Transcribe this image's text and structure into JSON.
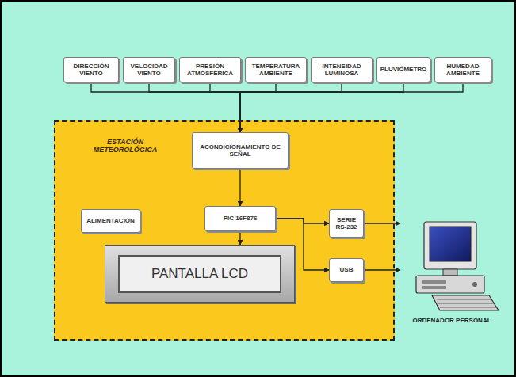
{
  "diagram": {
    "nodes": [
      {
        "text": [
          "DIRECCIÓN VIENTO"
        ]
      },
      {
        "text": [
          "VELOCIDAD VIENTO"
        ]
      },
      {
        "text": [
          "PRESIÓN ATMOSFÉRICA"
        ]
      },
      {
        "text": [
          "TEMPERATURA AMBIENTE"
        ]
      },
      {
        "text": [
          "INTENSIDAD LUMINOSA"
        ]
      },
      {
        "text": [
          "PLUVIÓMETRO"
        ]
      },
      {
        "text": [
          "HUMEDAD AMBIENTE"
        ]
      },
      {
        "text": [
          "ESTACIÓN METEOROLÓGICA"
        ]
      },
      {
        "text": [
          "ACONDICIONAMIENTO DE SEÑAL"
        ],
        "in": 7
      },
      {
        "text": [
          "ALIMENTACIÓN"
        ],
        "in": 7
      },
      {
        "text": [
          "PIC 16F876"
        ],
        "in": 7
      },
      {
        "text": [
          "SERIE RS-232"
        ],
        "in": 7
      },
      {
        "text": [
          "PANTALLA LCD"
        ],
        "in": 7
      },
      {
        "text": [
          "USB"
        ],
        "in": 7
      },
      {
        "text": [
          "ORDENADOR PERSONAL"
        ]
      }
    ],
    "edges": [
      {
        "from": 0,
        "to": 8,
        "arrow": "to"
      },
      {
        "from": 1,
        "to": 8,
        "arrow": "to"
      },
      {
        "from": 2,
        "to": 8,
        "arrow": "to"
      },
      {
        "from": 3,
        "to": 8,
        "arrow": "to"
      },
      {
        "from": 4,
        "to": 8,
        "arrow": "to"
      },
      {
        "from": 5,
        "to": 8,
        "arrow": "to"
      },
      {
        "from": 6,
        "to": 8,
        "arrow": "to"
      },
      {
        "from": 8,
        "to": 10,
        "arrow": "to"
      },
      {
        "from": 10,
        "to": 12,
        "arrow": "to"
      },
      {
        "from": 10,
        "to": 11,
        "arrow": "to"
      },
      {
        "from": 10,
        "to": 13,
        "arrow": "to"
      },
      {
        "from": 11,
        "to": 14,
        "arrow": "to"
      },
      {
        "from": 13,
        "to": 14,
        "arrow": "to"
      }
    ]
  }
}
